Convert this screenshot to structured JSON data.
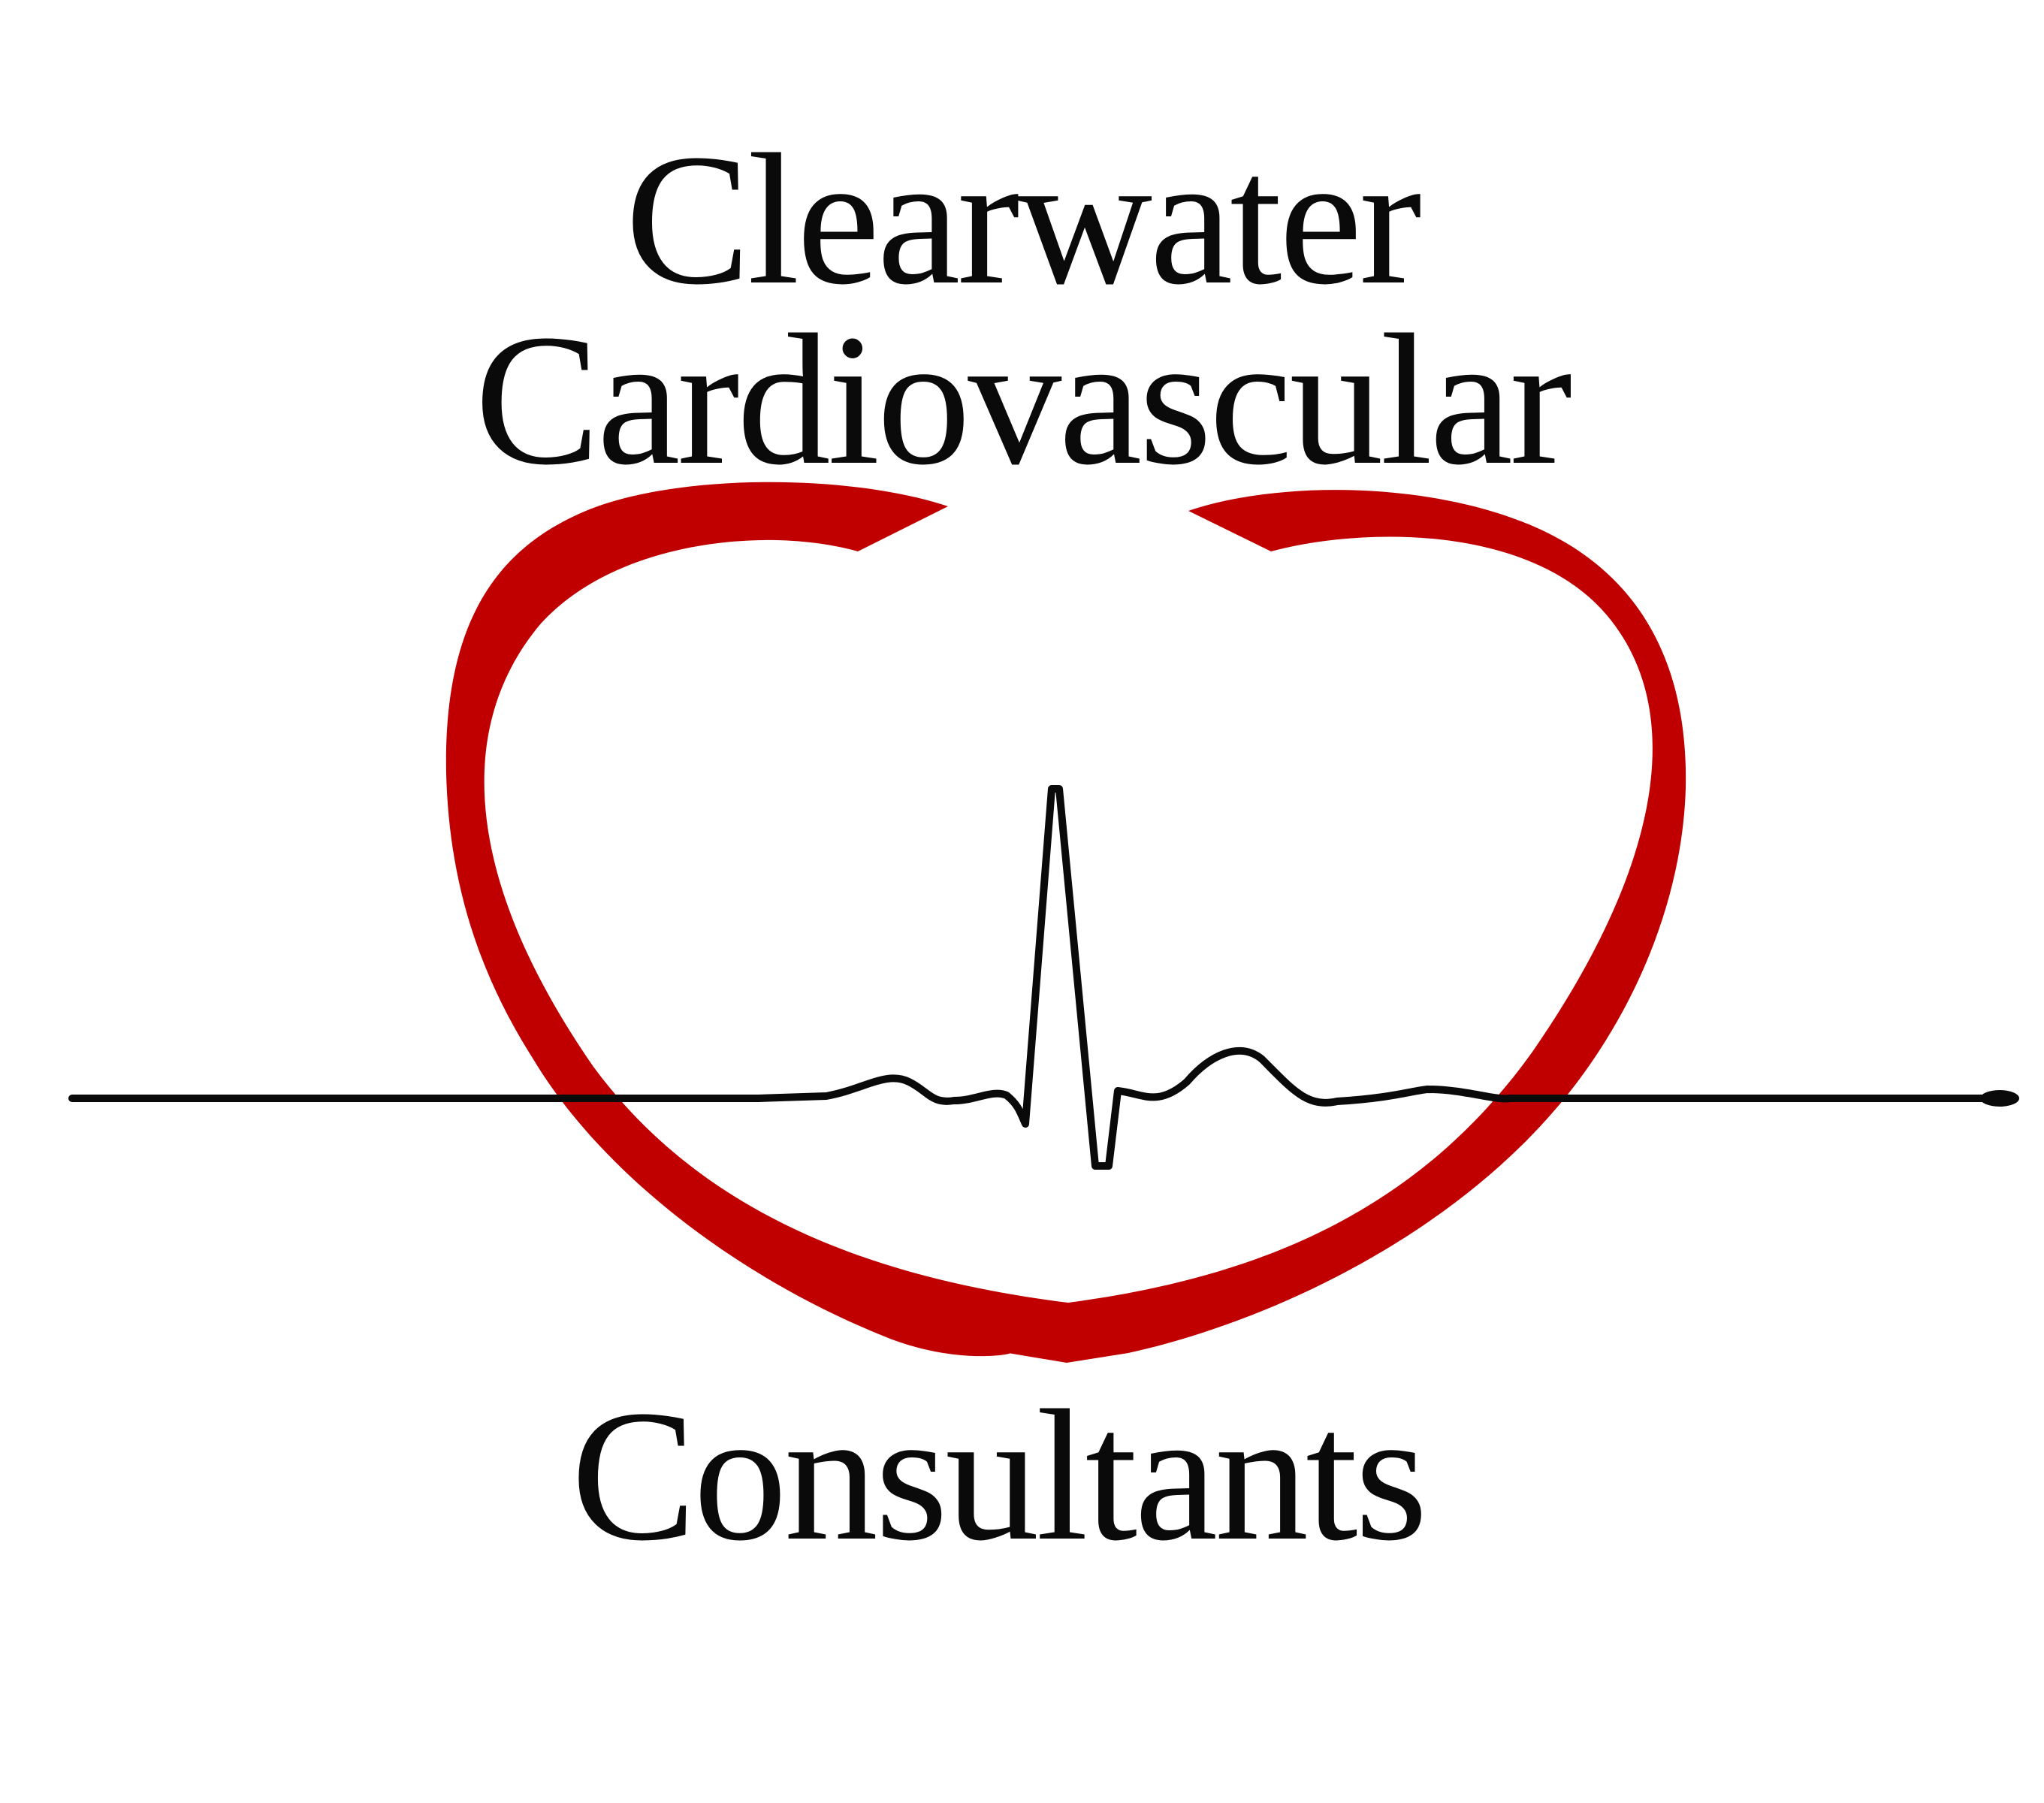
{
  "logo": {
    "line1": "Clearwater",
    "line2": "Cardiovascular",
    "line3": "Consultants",
    "colors": {
      "heart": "#c00000",
      "ecg_trace": "#0a0a0a",
      "text": "#0a0a0a",
      "background": "#ffffff"
    },
    "graphic": "heart-outline-with-ecg-trace"
  }
}
